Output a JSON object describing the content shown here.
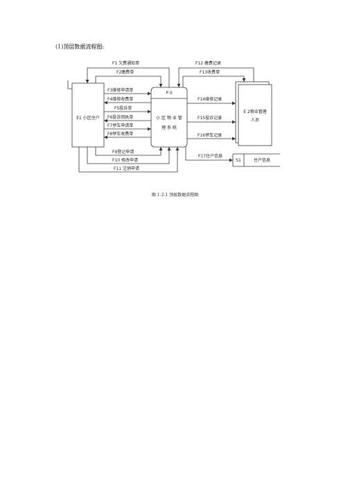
{
  "heading": "(1)顶层数据流程图:",
  "caption": "图 1-2-1 顶层数据流程图",
  "entities": {
    "e1": "E1 小区住户",
    "e2_line1": "E 2物业管理",
    "e2_line2": "人员"
  },
  "process": {
    "id": "P 0",
    "name_line1": "小 区 物 业 管",
    "name_line2": "理 系 统"
  },
  "store": {
    "id": "S1",
    "name": "住户信息"
  },
  "flows": {
    "f1": "F1 欠费通知单",
    "f2": "F2缴费单",
    "f3": "F3维修申请单",
    "f4": "F4维修收费单",
    "f5": "F5投诉单",
    "f6": "F6投诉回执单",
    "f7": "F7停车申请单",
    "f8": "F8停车收费单",
    "f9": "F9登记申请",
    "f10": "F10 修改申请",
    "f11": "F11 注销申请",
    "f12": "F12 缴费记录",
    "f13": "F13收费单",
    "f14": "F14维修记录",
    "f15": "F15投诉记录",
    "f16": "F16停车记录",
    "f17": "F17住户信息"
  }
}
